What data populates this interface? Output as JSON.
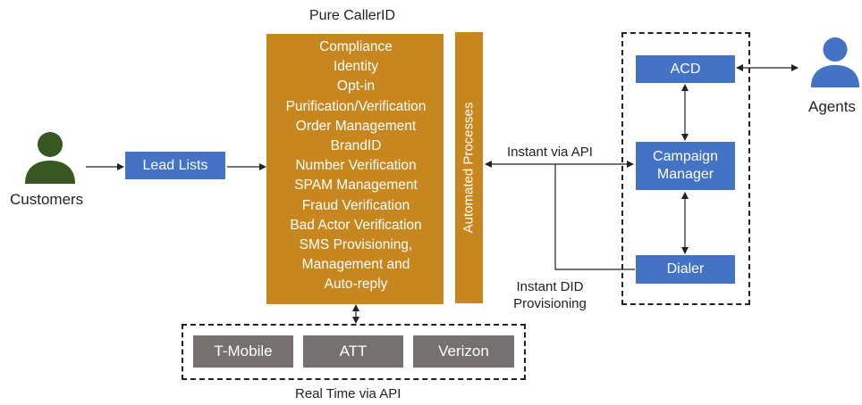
{
  "diagram": {
    "title": "Pure CallerID",
    "customers_label": "Customers",
    "agents_label": "Agents",
    "lead_lists": "Lead Lists",
    "features": [
      "Compliance",
      "Identity",
      "Opt-in",
      "Purification/Verification",
      "Order Management",
      "BrandID",
      "Number Verification",
      "SPAM Management",
      "Fraud Verification",
      "Bad Actor Verification",
      "SMS Provisioning,",
      "Management and",
      "Auto-reply"
    ],
    "automated_processes": "Automated Processes",
    "instant_api": "Instant via API",
    "instant_did": "Instant DID\nProvisioning",
    "acd": "ACD",
    "campaign_manager": "Campaign\nManager",
    "dialer": "Dialer",
    "carriers": [
      "T-Mobile",
      "ATT",
      "Verizon"
    ],
    "realtime_api": "Real Time via API",
    "colors": {
      "blue": "#4472C4",
      "person_green": "#385723",
      "gold": "#C8861F",
      "gray": "#767171"
    }
  }
}
